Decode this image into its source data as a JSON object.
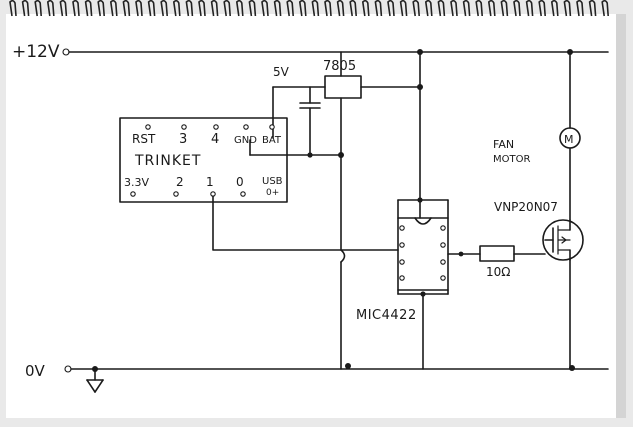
{
  "rails": {
    "positive": "+12V",
    "ground": "0V"
  },
  "regulator": {
    "part": "7805",
    "output_label": "5V"
  },
  "microcontroller": {
    "name": "TRINKET",
    "top_pins": [
      "RST",
      "3",
      "4",
      "GND",
      "BAT"
    ],
    "bottom_pins": [
      "3.3V",
      "2",
      "1",
      "0",
      "USB"
    ],
    "usb_plus": "0+"
  },
  "driver": {
    "part": "MIC4422"
  },
  "resistor": {
    "value": "10Ω"
  },
  "mosfet": {
    "part": "VNP20N07"
  },
  "motor": {
    "symbol": "M",
    "label_line1": "FAN",
    "label_line2": "MOTOR"
  }
}
